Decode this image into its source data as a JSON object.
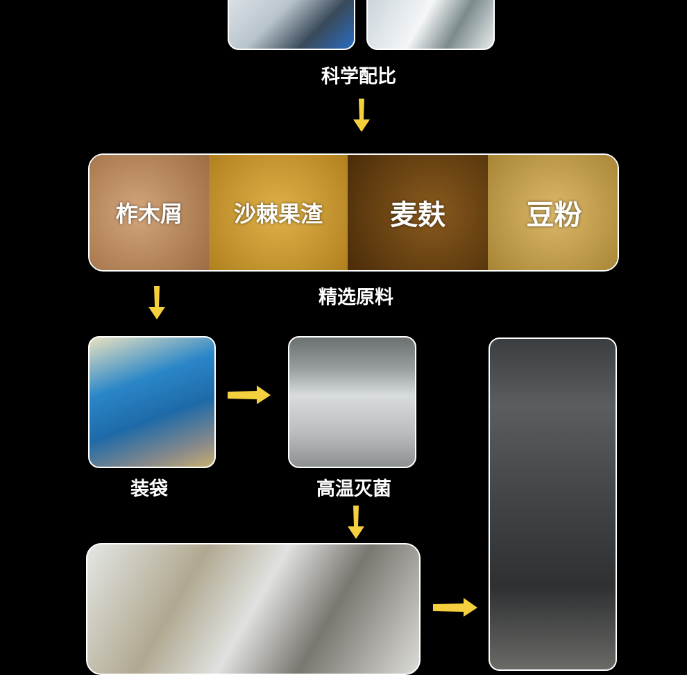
{
  "steps": {
    "ratio_caption": "科学配比",
    "materials_caption": "精选原料",
    "bagging_caption": "装袋",
    "sterilize_caption": "高温灭菌"
  },
  "materials": [
    {
      "label": "柞木屑",
      "color": "#b98a5a"
    },
    {
      "label": "沙棘果渣",
      "color": "#c99a3a"
    },
    {
      "label": "麦麸",
      "color": "#6b4412"
    },
    {
      "label": "豆粉",
      "color": "#c9a24e"
    }
  ],
  "colors": {
    "arrow": "#f4d03f",
    "background": "#000000"
  }
}
